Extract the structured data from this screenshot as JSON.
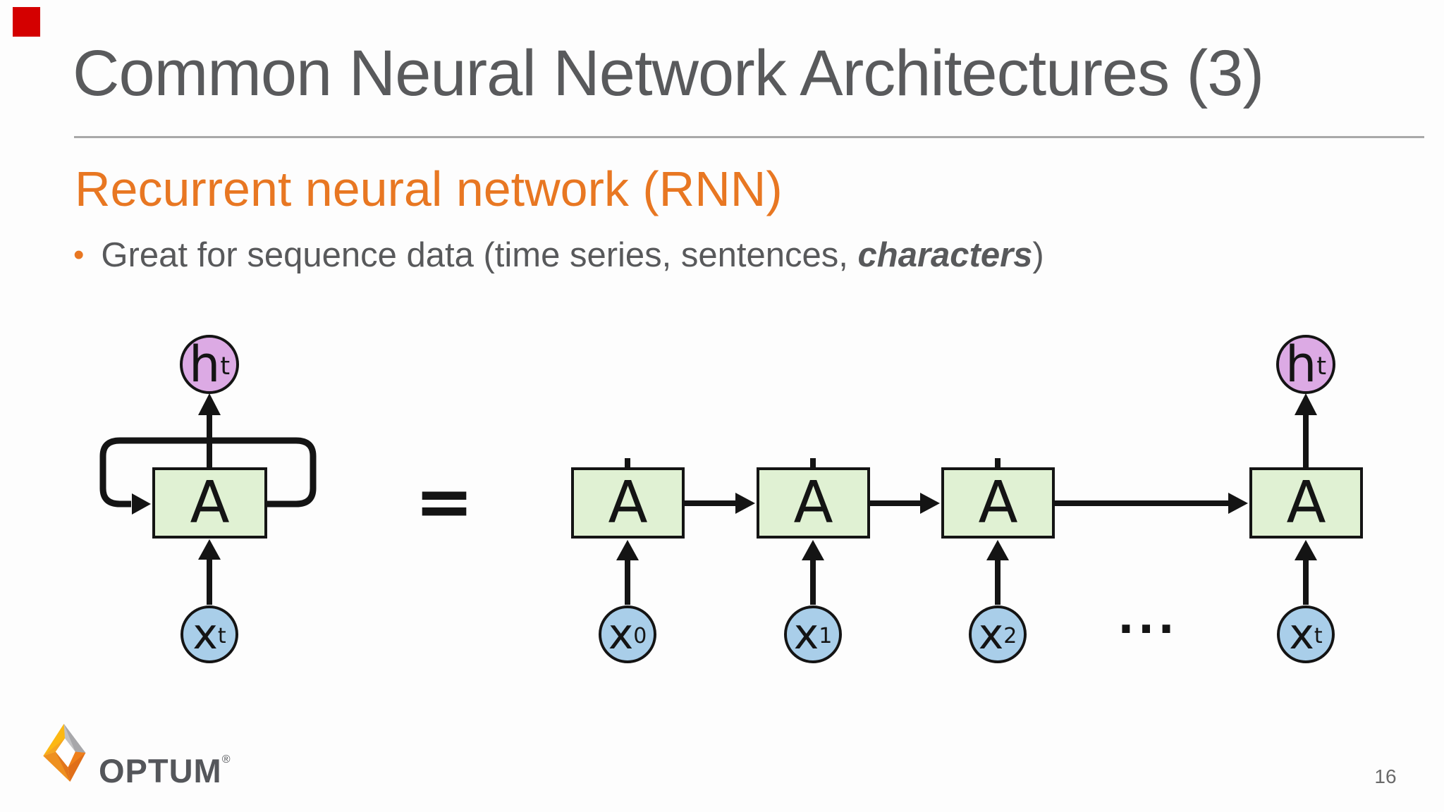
{
  "slide": {
    "title": "Common Neural Network Architectures (3)",
    "page_number": "16"
  },
  "section": {
    "heading": "Recurrent neural network (RNN)"
  },
  "bullet": {
    "marker": "•",
    "prefix": "Great for sequence data (time series, sentences, ",
    "emphasis": "characters",
    "suffix": ")"
  },
  "diagram": {
    "equals": "=",
    "ellipsis": "...",
    "rolled": {
      "cell": "A",
      "output": {
        "base": "h",
        "sub": "t"
      },
      "input": {
        "base": "x",
        "sub": "t"
      }
    },
    "unrolled": {
      "cells": [
        "A",
        "A",
        "A",
        "A"
      ],
      "inputs": [
        {
          "base": "x",
          "sub": "0"
        },
        {
          "base": "x",
          "sub": "1"
        },
        {
          "base": "x",
          "sub": "2"
        },
        {
          "base": "x",
          "sub": "t"
        }
      ],
      "output": {
        "base": "h",
        "sub": "t"
      }
    }
  },
  "logo": {
    "text": "OPTUM",
    "registered": "®"
  },
  "colors": {
    "accent_orange": "#E87722",
    "cell_green": "#e0f1d3",
    "input_blue": "#a9cee9",
    "output_purple": "#dcaae4",
    "line_black": "#141414",
    "title_gray": "#595a5c",
    "divider_gray": "#a9a9a9",
    "logo_gray": "#54565a",
    "marker_red": "#d40000"
  }
}
